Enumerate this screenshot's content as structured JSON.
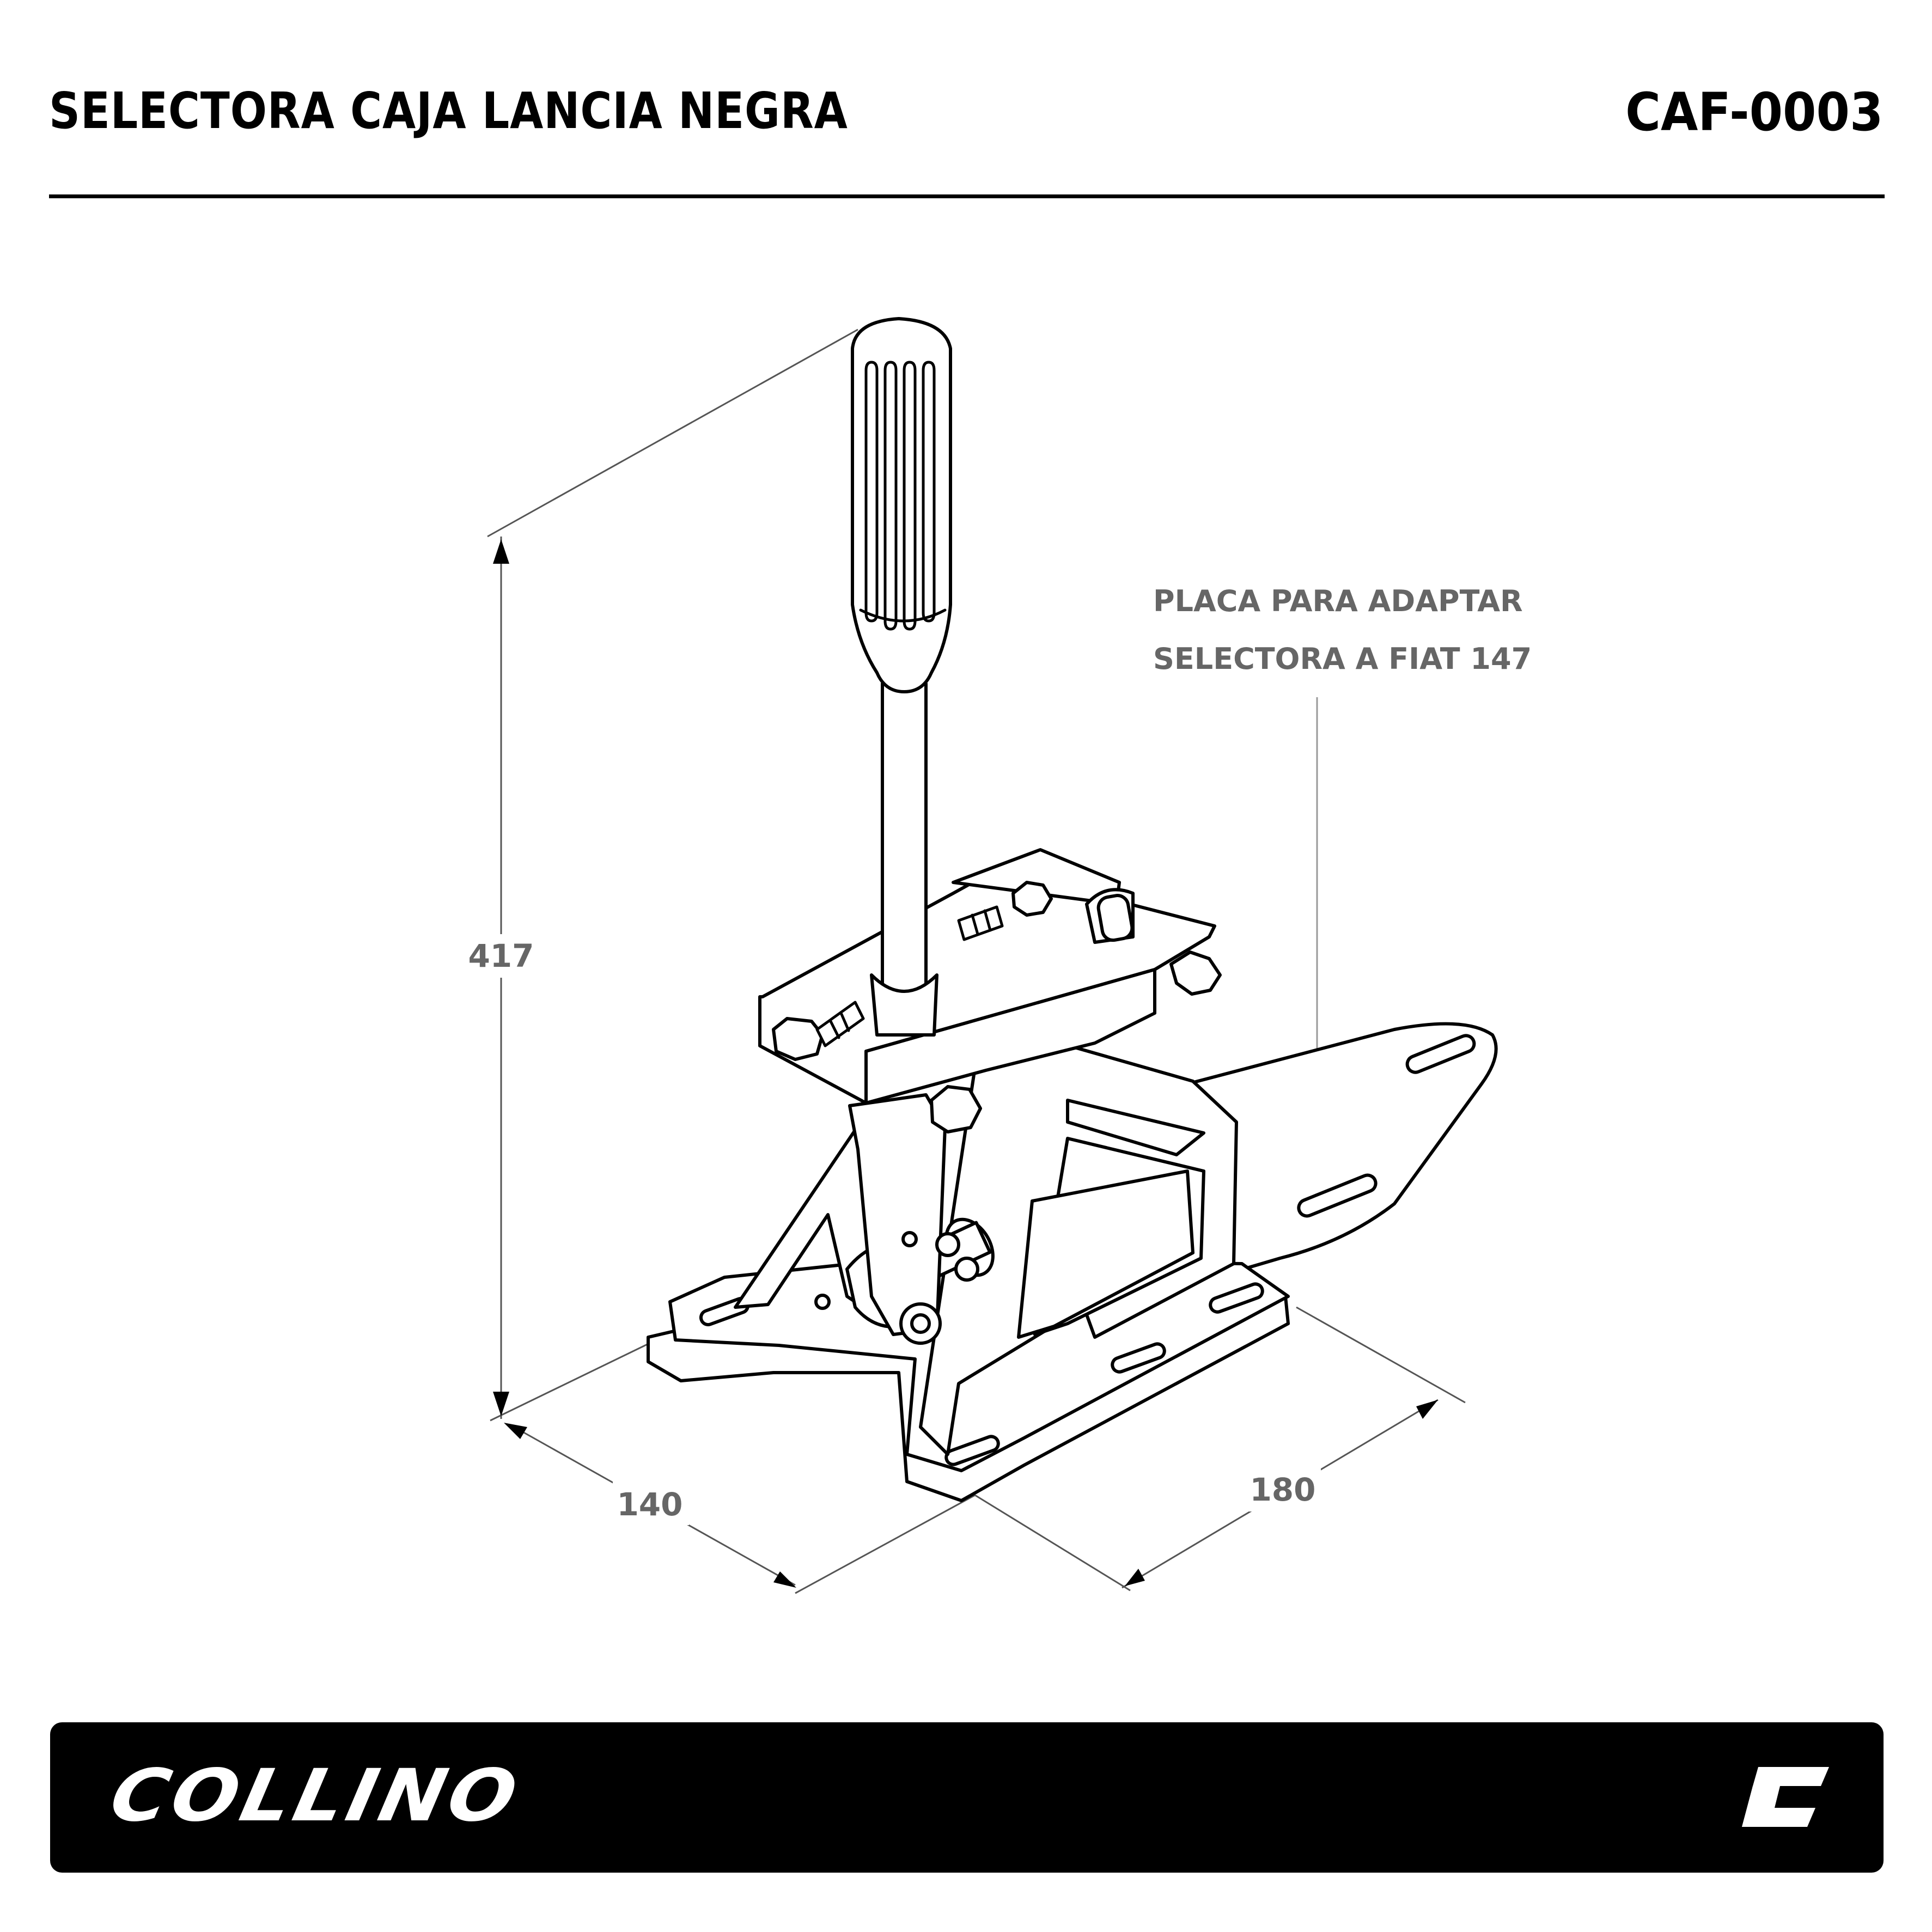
{
  "header": {
    "title": "SELECTORA CAJA LANCIA NEGRA",
    "code": "CAF-0003"
  },
  "dimensions": {
    "height": "417",
    "width": "140",
    "length": "180"
  },
  "note": {
    "line1": "PLACA PARA ADAPTAR",
    "line2": "SELECTORA A FIAT 147"
  },
  "footer": {
    "brand": "COLLINO",
    "icon": "collino-c-logo-icon"
  },
  "colors": {
    "ink": "#000000",
    "dimension": "#666666",
    "background": "#ffffff"
  }
}
